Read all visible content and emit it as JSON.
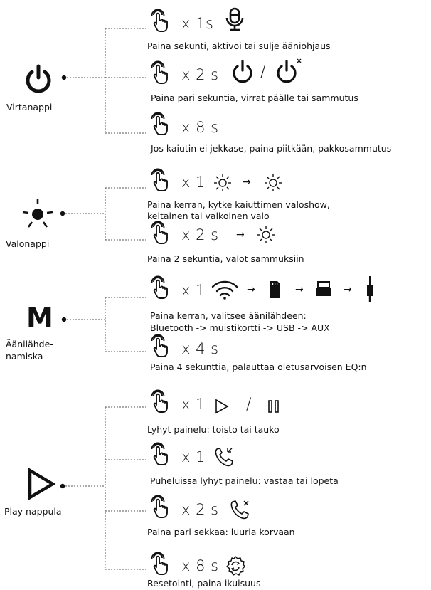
{
  "groups": [
    {
      "label": "Virtanappi",
      "icon": "power-icon",
      "actions": [
        {
          "press": "x 1s",
          "result_icons": [
            "microphone-icon"
          ],
          "desc": "Paina sekunti, aktivoi tai sulje ääniohjaus"
        },
        {
          "press": "x 2 s",
          "result_icons": [
            "power-icon",
            "power-off-icon"
          ],
          "separator": "/",
          "desc": "Paina pari sekuntia, virrat päälle tai sammutus"
        },
        {
          "press": "x 8 s",
          "result_icons": [],
          "desc": "Jos kaiutin ei jekkase, paina piitkään, pakkosammutus"
        }
      ]
    },
    {
      "label": "Valonappi",
      "icon": "light-icon",
      "actions": [
        {
          "press": "x 1",
          "result_icons": [
            "sun-icon",
            "sun-icon"
          ],
          "arrow": "→",
          "desc_lines": [
            "Paina kerran, kytke kaiuttimen valoshow,",
            "keltainen tai valkoinen valo"
          ]
        },
        {
          "press": "x 2 s",
          "result_icons": [
            "sun-icon"
          ],
          "arrow": "→",
          "desc": "Paina 2 sekuntia, valot sammuksiin"
        }
      ]
    },
    {
      "label_lines": [
        "Äänilähde-",
        "namiska"
      ],
      "icon_text": "M",
      "actions": [
        {
          "press": "x 1",
          "result_icons": [
            "wifi-icon",
            "sd-card-icon",
            "usb-icon",
            "aux-jack-icon"
          ],
          "arrow": "→",
          "desc_lines": [
            "Paina kerran, valitsee äänilähdeen:",
            "Bluetooth -> muistikortti -> USB -> AUX"
          ]
        },
        {
          "press": "x 4 s",
          "result_icons": [],
          "desc": "Paina 4 sekunttia, palauttaa oletusarvoisen EQ:n"
        }
      ]
    },
    {
      "label": "Play nappula",
      "icon": "play-icon",
      "actions": [
        {
          "press": "x 1",
          "result_icons": [
            "play-icon",
            "pause-icon"
          ],
          "separator": "/",
          "desc": "Lyhyt painelu: toisto tai tauko"
        },
        {
          "press": "x 1",
          "result_icons": [
            "phone-answer-icon"
          ],
          "desc": "Puheluissa lyhyt painelu: vastaa tai lopeta"
        },
        {
          "press": "x 2 s",
          "result_icons": [
            "phone-hangup-icon"
          ],
          "desc": "Paina pari sekkaa: luuria korvaan"
        },
        {
          "press": "x 8 s",
          "result_icons": [
            "reset-icon"
          ],
          "desc": "Resetointi, paina ikuisuus"
        }
      ]
    }
  ]
}
